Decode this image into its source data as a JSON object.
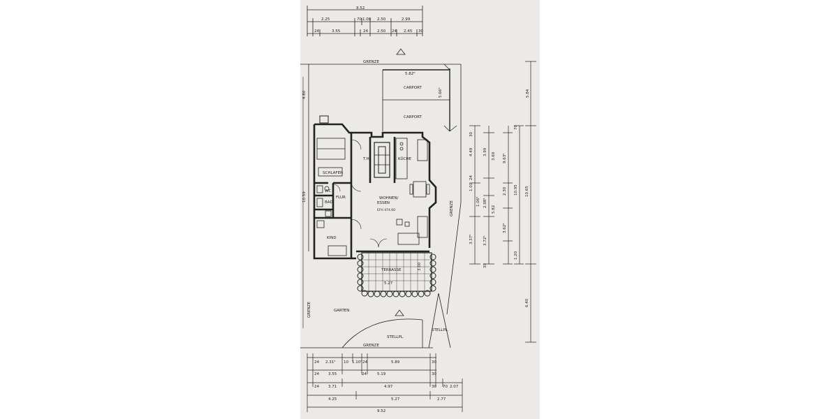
{
  "labels": {
    "grenze": "GRENZE",
    "carport": "CARPORT",
    "schlafen": "SCHLAFEN",
    "th": "T.H.",
    "kueche": "KÜCHE",
    "wc": "WC",
    "flur": "FLUR",
    "bad": "BAD",
    "wohnen": "WOHNEN/",
    "essen": "ESSEN",
    "efh": "EFH 474.60",
    "kind": "KIND",
    "terrasse": "TERRASSE",
    "terrasse_width": "5.27",
    "terrasse_depth": "3.00",
    "garten": "GARTEN",
    "stellpl": "STELLPL.",
    "stellpl2": "STELLPL."
  },
  "top_dimensions": {
    "row1": [
      "9.52"
    ],
    "row2": [
      "2.25",
      "70",
      "1.08",
      "2.50",
      "2.99"
    ],
    "row3": [
      "24",
      "3.55",
      "24",
      "2.50",
      "24",
      "2.45",
      "30"
    ]
  },
  "carport_dims": {
    "width": "5.82⁵",
    "depth": "5.66⁵",
    "left": "4.80"
  },
  "left_dim": "10.59",
  "right_dims": [
    "5.84",
    "4.49",
    "3.99",
    "3.69",
    "9.63⁵",
    "1.01",
    "1.06⁵",
    "2.98⁵",
    "2.30",
    "10.95",
    "10.65",
    "5.82",
    "3.62⁵",
    "3.37⁵",
    "3.72⁵",
    "1.20",
    "6.40",
    "30",
    "24",
    "70",
    "30"
  ],
  "bottom_dimensions": {
    "row1": [
      "24",
      "2.31⁵",
      "10",
      "1.10⁵",
      "24",
      "5.89",
      "30"
    ],
    "row2": [
      "24",
      "3.55",
      "24",
      "5.19",
      "30"
    ],
    "row3": [
      "24",
      "3.71",
      "4.97",
      "30",
      "70",
      "2.07"
    ],
    "row4": [
      "4.25",
      "5.27",
      "2.77"
    ],
    "row5": [
      "9.52"
    ]
  }
}
